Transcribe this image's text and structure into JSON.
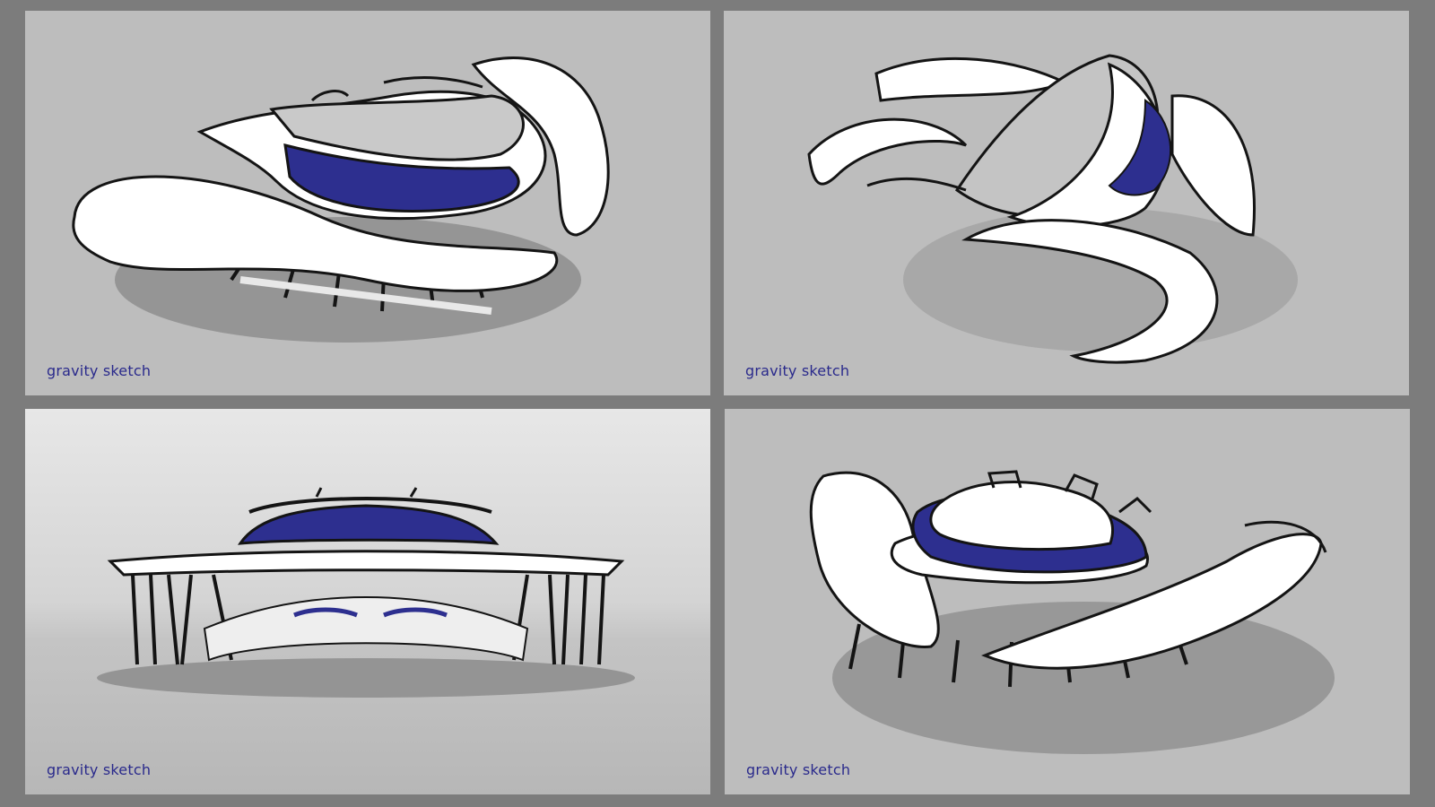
{
  "panels": [
    {
      "id": "top-left",
      "watermark": "gravity sketch"
    },
    {
      "id": "top-right",
      "watermark": "gravity sketch"
    },
    {
      "id": "bottom-left",
      "watermark": "gravity sketch"
    },
    {
      "id": "bottom-right",
      "watermark": "gravity sketch"
    }
  ],
  "colors": {
    "frame": "#7c7c7c",
    "panel_bg": "#bdbdbd",
    "shell": "#ffffff",
    "glazing": "#2d2f8f",
    "outline": "#141414",
    "shadow": "#8e8e8e",
    "watermark": "#2a2a8c"
  }
}
